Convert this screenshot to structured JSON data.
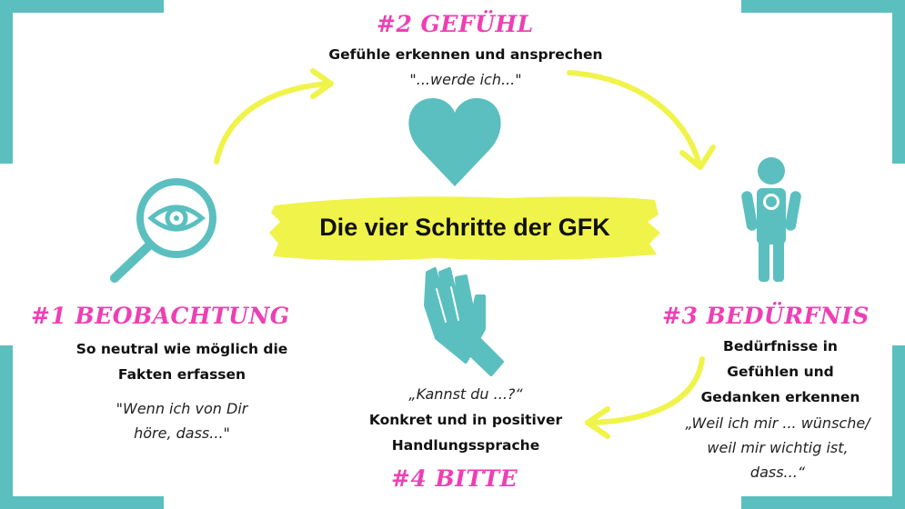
{
  "center": {
    "title": "Die vier Schritte der GFK"
  },
  "steps": {
    "s1": {
      "title": "#1 BEOBACHTUNG",
      "desc_1": "So neutral wie möglich die",
      "desc_2": "Fakten erfassen",
      "quote_1": "\"Wenn ich von Dir",
      "quote_2": "höre, dass...\""
    },
    "s2": {
      "title": "#2 GEFÜHL",
      "desc_1": "Gefühle erkennen und ansprechen",
      "quote_1": "\"...werde ich...\""
    },
    "s3": {
      "title": "#3 BEDÜRFNIS",
      "desc_1": "Bedürfnisse in",
      "desc_2": "Gefühlen und",
      "desc_3": "Gedanken erkennen",
      "quote_1": "„Weil ich mir ... wünsche/",
      "quote_2": "weil mir wichtig ist,",
      "quote_3": "dass...“"
    },
    "s4": {
      "title": "#4 BITTE",
      "quote_1": "„Kannst du ...?“",
      "desc_1": "Konkret und in positiver",
      "desc_2": "Handlungssprache"
    }
  },
  "colors": {
    "teal": "#5bbfbf",
    "pink": "#ee3fb4",
    "yellow": "#f0f34a"
  },
  "icons": [
    "magnifier-eye-icon",
    "heart-icon",
    "person-icon",
    "praying-hands-icon",
    "arrow-icon"
  ]
}
